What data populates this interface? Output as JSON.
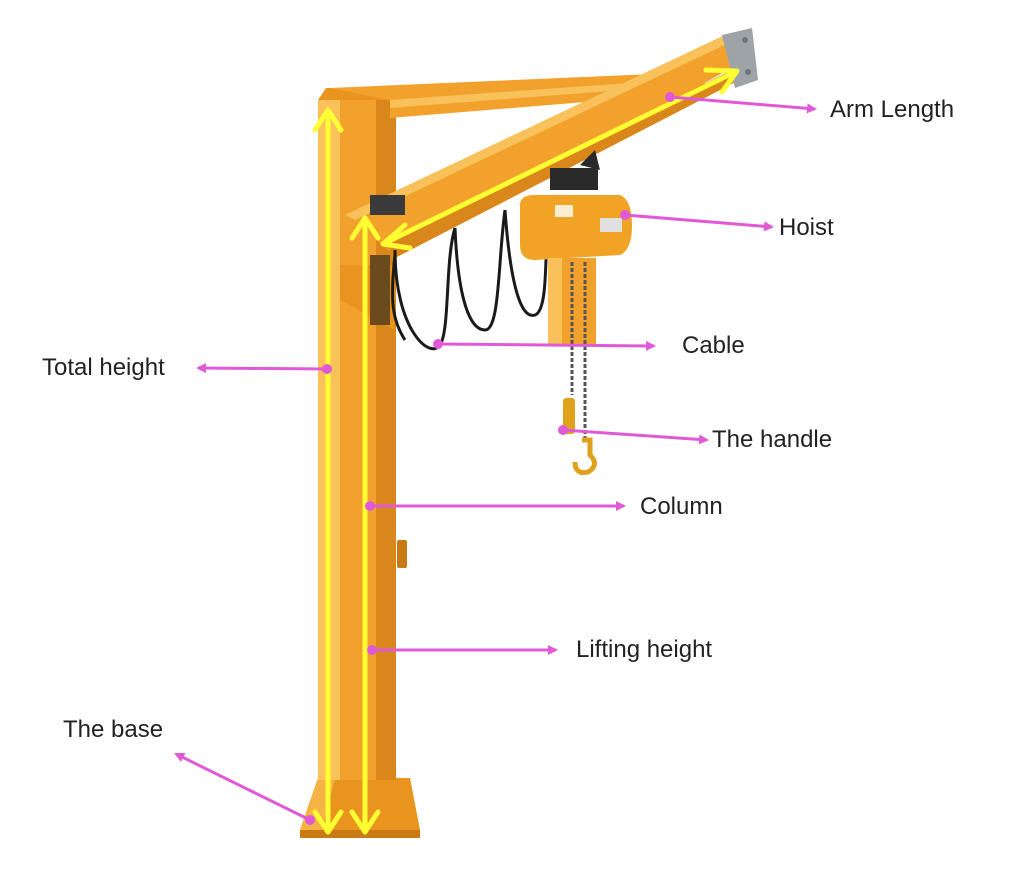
{
  "labels": {
    "arm_length": "Arm Length",
    "hoist": "Hoist",
    "cable": "Cable",
    "total_height": "Total height",
    "handle": "The handle",
    "column": "Column",
    "lifting_height": "Lifting height",
    "base": "The base"
  },
  "colors": {
    "crane_body": "#f2a22c",
    "crane_shadow": "#d9861a",
    "crane_highlight": "#f8c15a",
    "dimension_arrow": "#ffff33",
    "callout_arrow": "#e05ad8",
    "cable": "#1a1a1a",
    "chain": "#555555"
  }
}
